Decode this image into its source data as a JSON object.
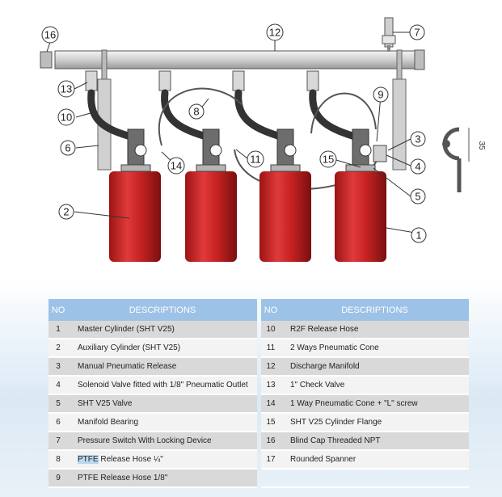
{
  "diagram": {
    "callouts": [
      "1",
      "2",
      "3",
      "4",
      "5",
      "6",
      "7",
      "8",
      "9",
      "10",
      "11",
      "12",
      "13",
      "14",
      "15",
      "16"
    ],
    "dimension_label": "35"
  },
  "table": {
    "header_no": "NO",
    "header_desc": "DESCRIPTIONS",
    "left": [
      {
        "no": "1",
        "desc": "Master Cylinder (SHT V25)"
      },
      {
        "no": "2",
        "desc": "Auxiliary Cylinder (SHT V25)"
      },
      {
        "no": "3",
        "desc": "Manual Pneumatic Release"
      },
      {
        "no": "4",
        "desc": "Solenoid Valve fitted with 1/8\" Pneumatic Outlet"
      },
      {
        "no": "5",
        "desc": "SHT V25 Valve"
      },
      {
        "no": "6",
        "desc": "Manifold Bearing"
      },
      {
        "no": "7",
        "desc": "Pressure Switch With Locking Device"
      },
      {
        "no": "8",
        "desc_highlight": "PTFE",
        "desc_rest": " Release Hose ¼\""
      },
      {
        "no": "9",
        "desc": "PTFE Release Hose 1/8\""
      }
    ],
    "right": [
      {
        "no": "10",
        "desc": "R2F Release Hose"
      },
      {
        "no": "11",
        "desc": "2 Ways Pneumatic Cone"
      },
      {
        "no": "12",
        "desc": "Discharge Manifold"
      },
      {
        "no": "13",
        "desc": "1\" Check Valve"
      },
      {
        "no": "14",
        "desc": "1 Way Pneumatic Cone + \"L\" screw"
      },
      {
        "no": "15",
        "desc": "SHT V25 Cylinder Flange"
      },
      {
        "no": "16",
        "desc": "Blind Cap Threaded NPT"
      },
      {
        "no": "17",
        "desc": "Rounded Spanner"
      }
    ]
  },
  "colors": {
    "cylinder": "#d42a2a",
    "header": "#9cc2e7",
    "manifold": "#d6d6d6"
  }
}
